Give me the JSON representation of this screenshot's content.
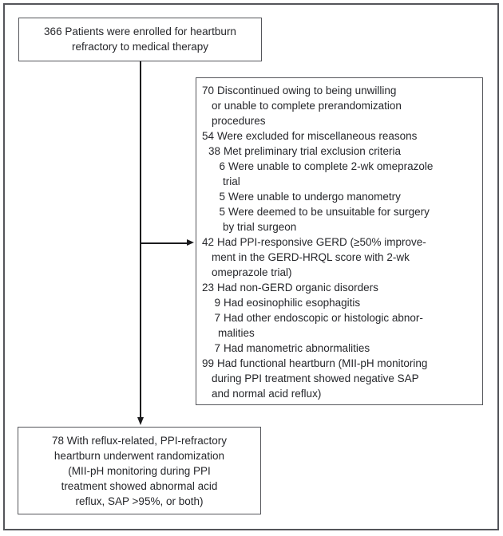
{
  "colors": {
    "bg": "#ffffff",
    "frame": "#54555a",
    "border": "#55565b",
    "text": "#26272b",
    "arrow": "#1b1b1d"
  },
  "enrollment_box": {
    "line1": "366 Patients were enrolled for heartburn",
    "line2": "refractory to medical therapy"
  },
  "exclusion_box": {
    "lines": [
      {
        "num": "70",
        "text": "Discontinued owing to being unwilling"
      },
      {
        "num": "",
        "text": "or unable to complete prerandomization"
      },
      {
        "num": "",
        "text": "procedures"
      },
      {
        "num": "54",
        "text": "Were excluded for miscellaneous reasons"
      },
      {
        "num": "38",
        "text": "Met preliminary trial exclusion criteria"
      },
      {
        "num": "6",
        "text": "Were unable to complete 2-wk omeprazole"
      },
      {
        "num": "",
        "text": "trial"
      },
      {
        "num": "5",
        "text": "Were unable to undergo manometry"
      },
      {
        "num": "5",
        "text": "Were deemed to be unsuitable for surgery"
      },
      {
        "num": "",
        "text": "by trial surgeon"
      },
      {
        "num": "42",
        "text": "Had PPI-responsive GERD (≥50% improve-"
      },
      {
        "num": "",
        "text": "ment in the GERD-HRQL score with 2-wk"
      },
      {
        "num": "",
        "text": "omeprazole trial)"
      },
      {
        "num": "23",
        "text": "Had non-GERD organic disorders"
      },
      {
        "num": "9",
        "text": "Had eosinophilic esophagitis"
      },
      {
        "num": "7",
        "text": "Had other endoscopic or histologic abnor-"
      },
      {
        "num": "",
        "text": "malities"
      },
      {
        "num": "7",
        "text": "Had manometric abnormalities"
      },
      {
        "num": "99",
        "text": "Had functional heartburn (MII-pH monitoring"
      },
      {
        "num": "",
        "text": "during PPI treatment showed negative SAP"
      },
      {
        "num": "",
        "text": "and normal acid reflux)"
      }
    ]
  },
  "randomization_box": {
    "lines": [
      "78 With reflux-related, PPI-refractory",
      "heartburn underwent randomization",
      "(MII-pH monitoring during PPI",
      "treatment showed abnormal acid",
      "reflux, SAP >95%, or both)"
    ]
  }
}
